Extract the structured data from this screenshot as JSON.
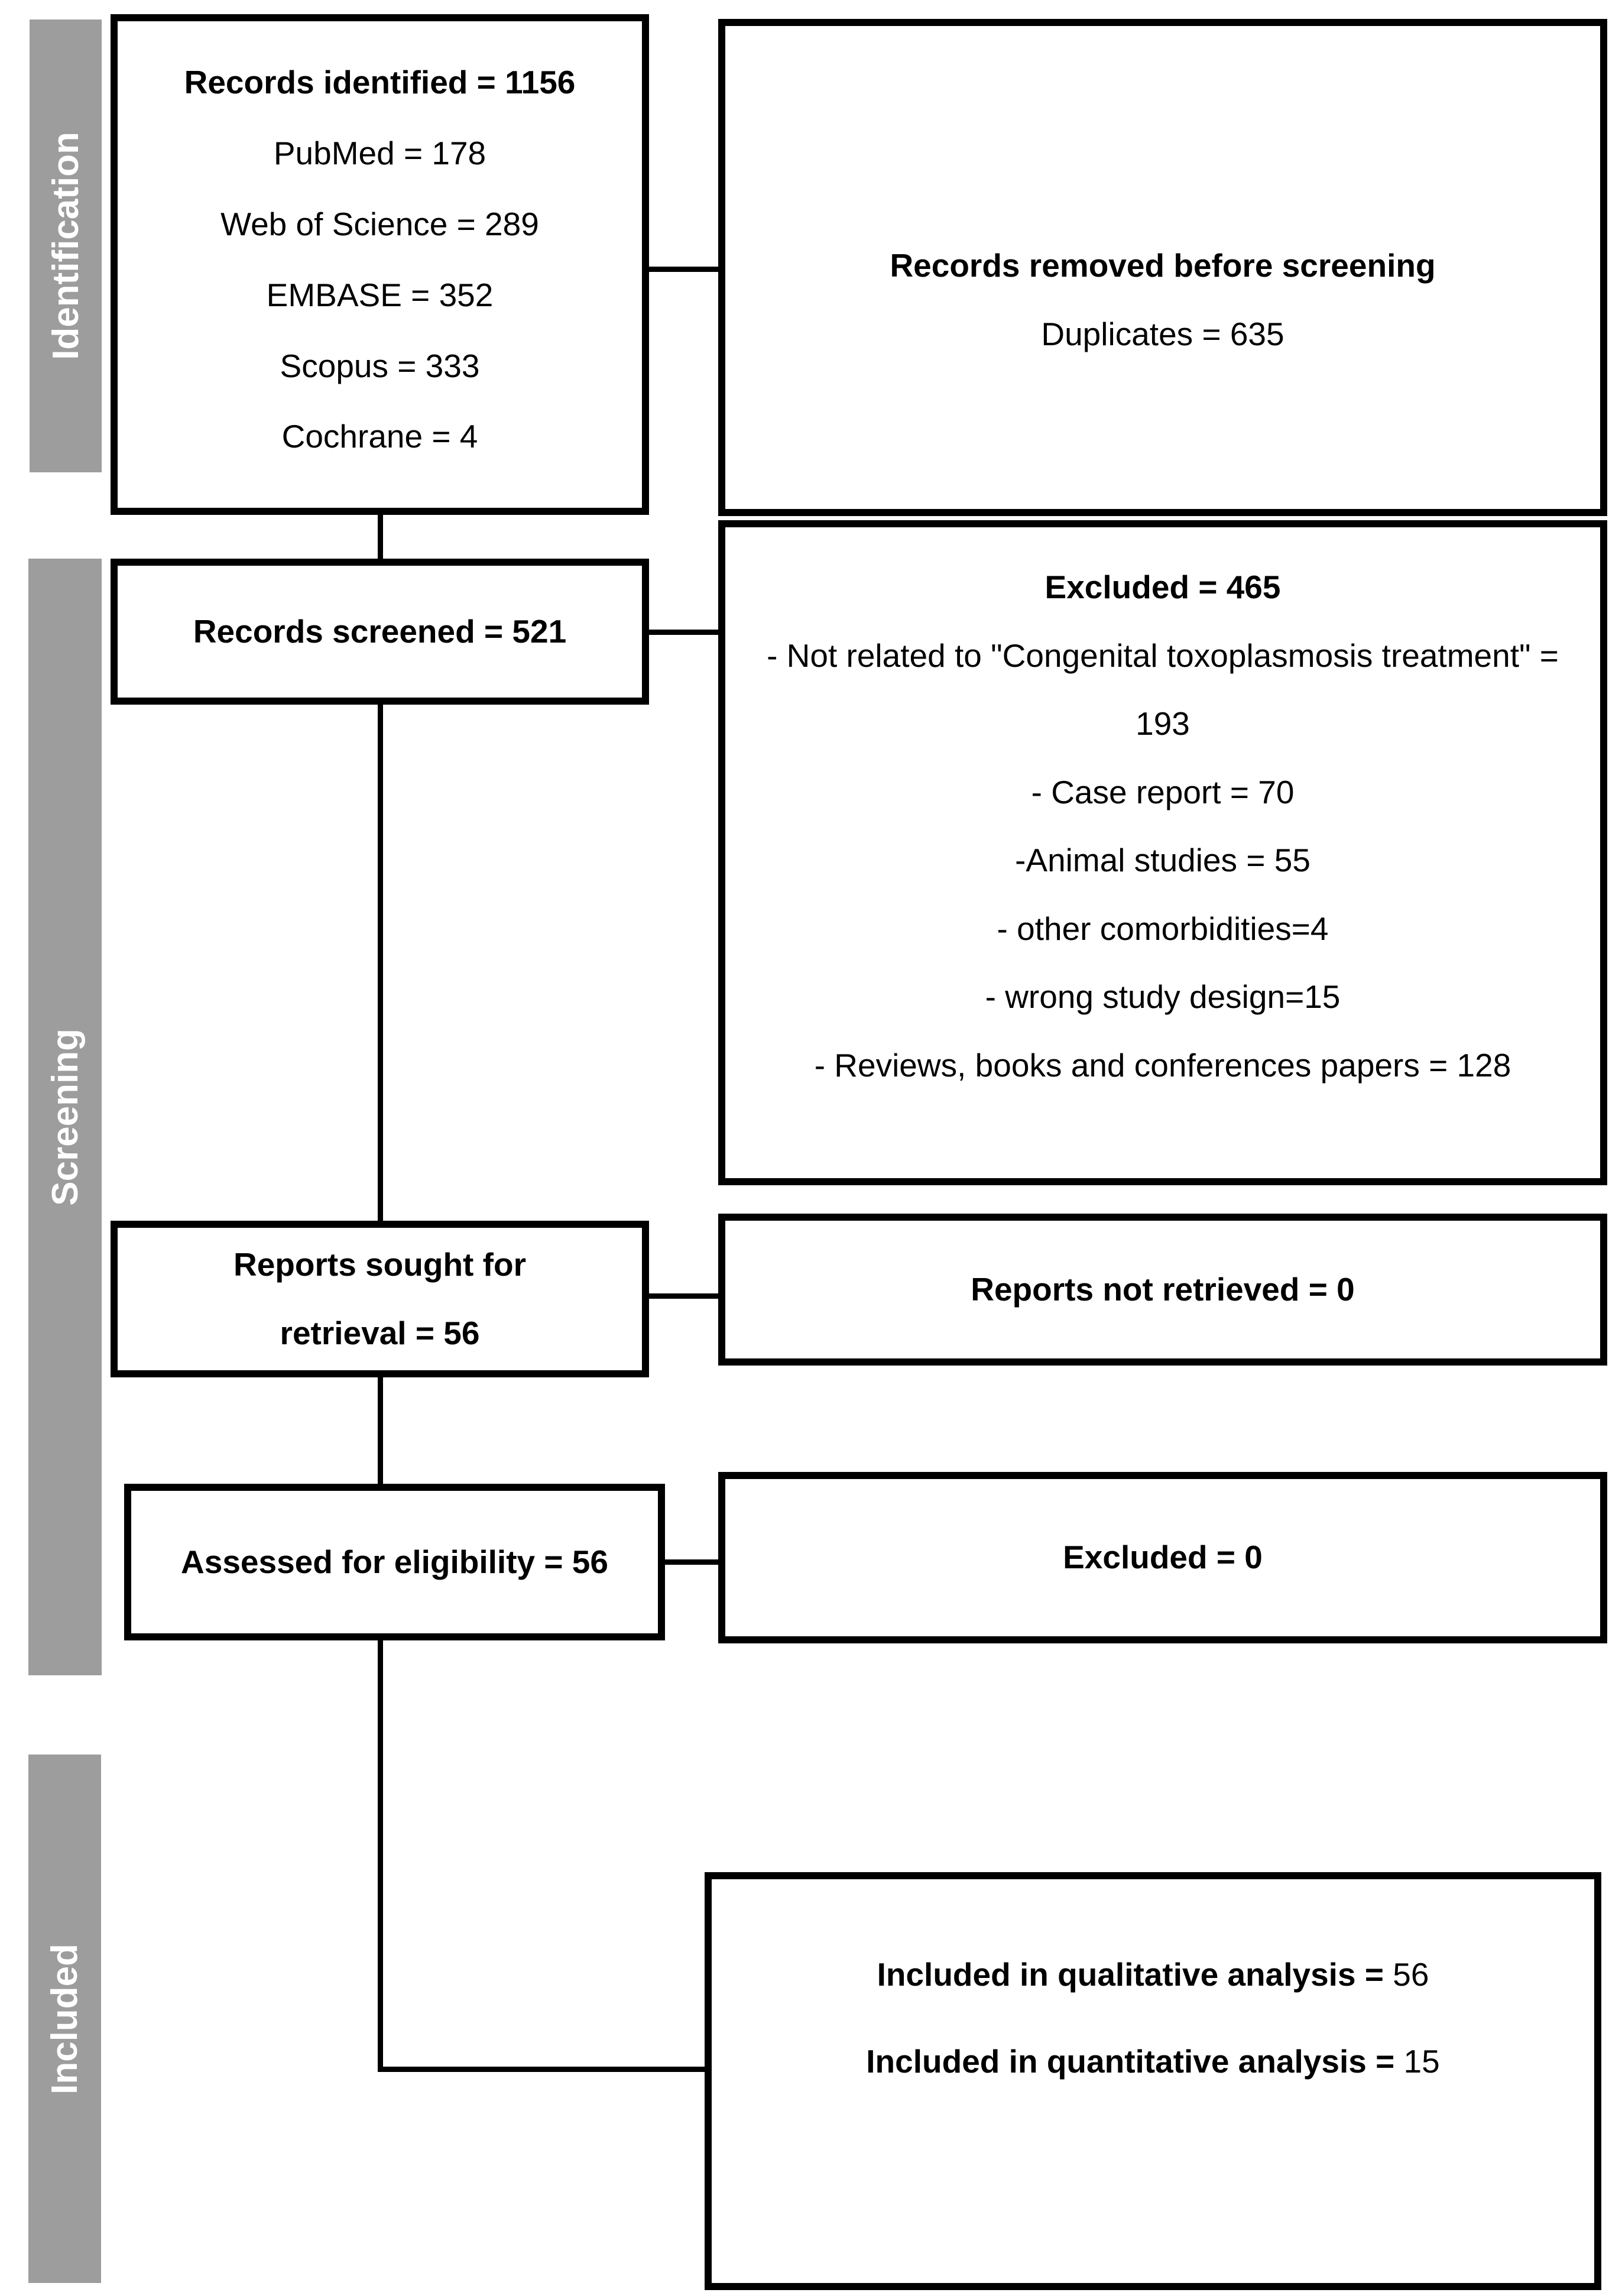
{
  "stages": {
    "identification": {
      "label": "Identification"
    },
    "screening": {
      "label": "Screening"
    },
    "included": {
      "label": "Included"
    }
  },
  "boxes": {
    "records_identified": {
      "title": "Records identified = 1156",
      "lines": [
        "PubMed = 178",
        "Web of Science = 289",
        "EMBASE = 352",
        "Scopus = 333",
        "Cochrane = 4"
      ]
    },
    "records_removed": {
      "title": "Records removed before screening",
      "lines": [
        "Duplicates = 635"
      ]
    },
    "records_screened": {
      "title": "Records screened = 521"
    },
    "excluded_screening": {
      "title": "Excluded = 465",
      "lines": [
        "- Not related to \"Congenital toxoplasmosis treatment\" = 193",
        "- Case report = 70",
        "-Animal studies = 55",
        "- other comorbidities=4",
        "- wrong study design=15",
        "- Reviews, books and conferences papers = 128"
      ]
    },
    "reports_sought": {
      "title": "Reports sought for retrieval = 56"
    },
    "reports_not_retrieved": {
      "title": "Reports not retrieved = 0"
    },
    "assessed_eligibility": {
      "title": "Assessed for eligibility = 56"
    },
    "excluded_eligibility": {
      "title": "Excluded = 0"
    },
    "included_analysis": {
      "qualitative_label": "Included in qualitative analysis =",
      "qualitative_value": "56",
      "quantitative_label": "Included in quantitative analysis =",
      "quantitative_value": "15"
    }
  },
  "colors": {
    "stage_bar": "#9d9d9d",
    "stage_text": "#ffffff",
    "box_border": "#000000",
    "box_fill": "#ffffff",
    "connector": "#000000",
    "text": "#000000"
  }
}
